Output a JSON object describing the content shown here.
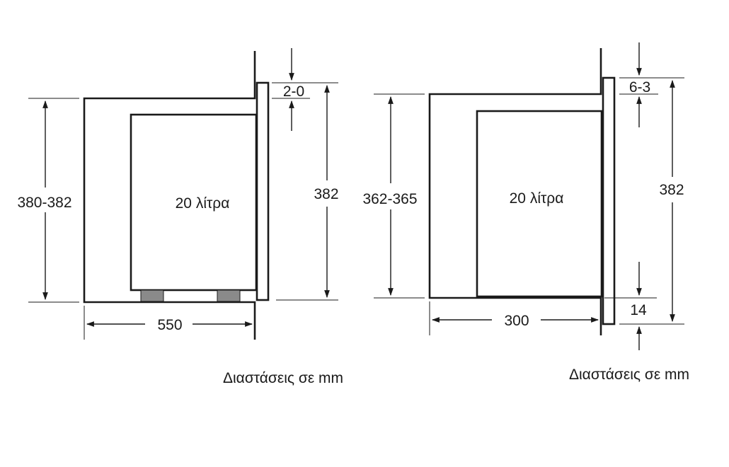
{
  "diagram_left": {
    "height_cabinet": "380-382",
    "height_front": "382",
    "gap_top": "2-0",
    "depth": "550",
    "volume": "20 λίτρα",
    "caption": "Διαστάσεις σε mm"
  },
  "diagram_right": {
    "height_cabinet": "362-365",
    "height_front": "382",
    "gap_top": "6-3",
    "gap_bottom": "14",
    "depth": "300",
    "volume": "20 λίτρα",
    "caption": "Διαστάσεις σε mm"
  },
  "colors": {
    "line": "#1a1a1a",
    "feet": "#8a8a8a"
  }
}
